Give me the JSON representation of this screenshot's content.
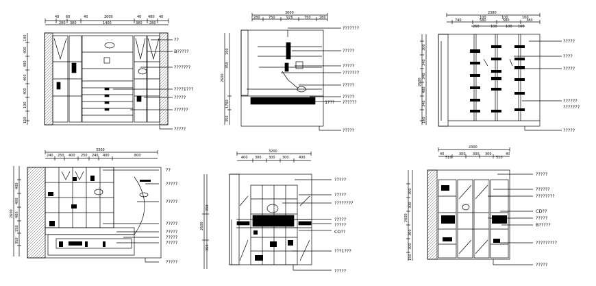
{
  "drawing": {
    "elevations": [
      {
        "id": "e1",
        "top_dims": [
          "40",
          "60",
          "40",
          "2000",
          "40",
          "480",
          "40"
        ],
        "sub_dims": [
          "280",
          "380",
          "1400",
          "380",
          "280"
        ],
        "side_dims": [
          "100",
          "400",
          "400",
          "400",
          "400",
          "100",
          "150"
        ],
        "labels": [
          "??",
          "B?????",
          "???????",
          "????1???",
          "?????",
          "??????",
          "?????"
        ]
      },
      {
        "id": "e2",
        "top_dims": [
          "3000",
          "280",
          "750",
          "925",
          "750",
          "280"
        ],
        "side_dims": [
          "2600",
          "150",
          "350",
          "1760",
          "350"
        ],
        "labels": [
          "???????",
          "?????",
          "?????",
          "???????",
          "?????",
          "?????",
          "??????",
          "1???",
          "?????"
        ]
      },
      {
        "id": "e3",
        "top_dims": [
          "2380",
          "100",
          "100",
          "100",
          "740",
          "580",
          "580",
          "380"
        ],
        "sub_dims": [
          "260",
          "100",
          "100",
          "100"
        ],
        "side_dims": [
          "2600",
          "300",
          "340",
          "340",
          "480",
          "340",
          "150"
        ],
        "labels": [
          "?????",
          "????",
          "?????",
          "??????",
          "???????",
          "?????"
        ]
      },
      {
        "id": "e4",
        "top_dims": [
          "3300",
          "240",
          "250",
          "400",
          "250",
          "240",
          "400",
          "800"
        ],
        "side_dims": [
          "2600",
          "400",
          "400",
          "400",
          "150",
          "350"
        ],
        "labels": [
          "??",
          "?????",
          "?????",
          "?????",
          "?????",
          "?????",
          "?????",
          "?????"
        ]
      },
      {
        "id": "e5",
        "top_dims": [
          "3200",
          "400",
          "300",
          "300",
          "300",
          "400"
        ],
        "side_dims": [
          "2600",
          "350",
          "360"
        ],
        "labels": [
          "?????",
          "?????",
          "????????",
          "?????",
          "?????",
          "CD??",
          "???1???",
          "?????"
        ]
      },
      {
        "id": "e6",
        "top_dims": [
          "2300",
          "40",
          "510",
          "300",
          "300",
          "300",
          "510",
          "40"
        ],
        "side_dims": [
          "2600",
          "300",
          "300",
          "300",
          "300",
          "150"
        ],
        "labels": [
          "?????",
          "??????",
          "????????",
          "CD??",
          "?????",
          "B?????",
          "?????????",
          "?????"
        ]
      }
    ]
  }
}
